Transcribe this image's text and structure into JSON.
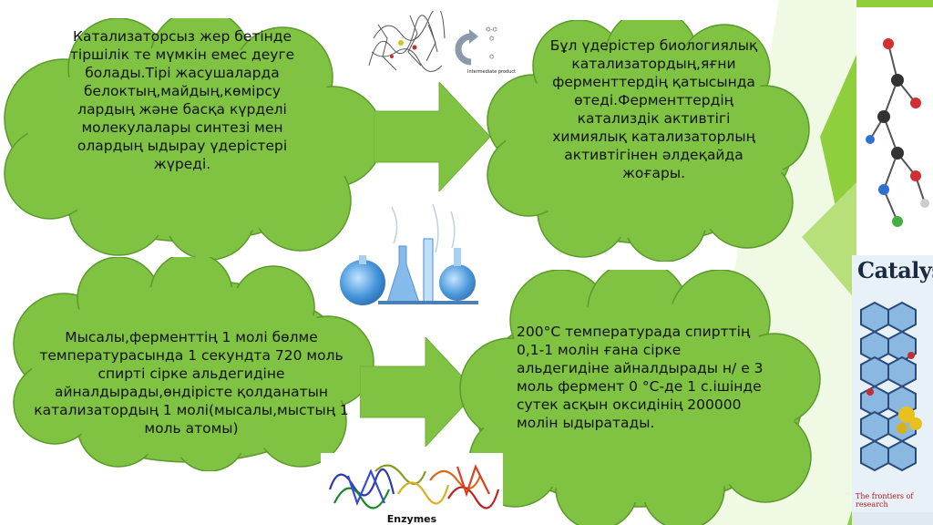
{
  "clouds": {
    "top_left": "Катализаторсыз жер бетінде тіршілік те мүмкін емес деуге болады.Тірі жасушаларда белоктың,майдың,көмірсу лардың және басқа күрделі молекулалары синтезі мен олардың ыдырау үдерістері жүреді.",
    "top_right": "Бұл үдерістер биологиялық катализатордың,яғни ферменттердің қатысында өтеді.Ферменттердің катализдік активтігі химиялық катализаторлың активтігінен әлдеқайда жоғары.",
    "bottom_left": "Мысалы,ферменттің 1 молі бөлме температурасында 1 секундта 720 моль спирті сірке альдегидіне айналдырады,өндірісте қолданатын катализатордың 1 молі(мысалы,мыстың 1 моль атомы)",
    "bottom_right": "200°С температурада спирттің 0,1-1 молін ғана сірке альдегидіне айналдырады  н/ е 3 моль фермент 0 °С-де 1 с.ішінде сутек асқын оксидінің 200000 молін ыдыратады."
  },
  "images": {
    "catalyst_cover_title": "Catalyst",
    "catalyst_cover_subtitle": "The frontiers of research",
    "enzymes_label": "Enzymes",
    "diagram_small_label": "Intermediate product"
  },
  "colors": {
    "cloud_fill": "#80c342",
    "cloud_stroke": "#5a9a2a",
    "arrow_fill": "#80c342",
    "deco_green": "#8fce3c"
  }
}
